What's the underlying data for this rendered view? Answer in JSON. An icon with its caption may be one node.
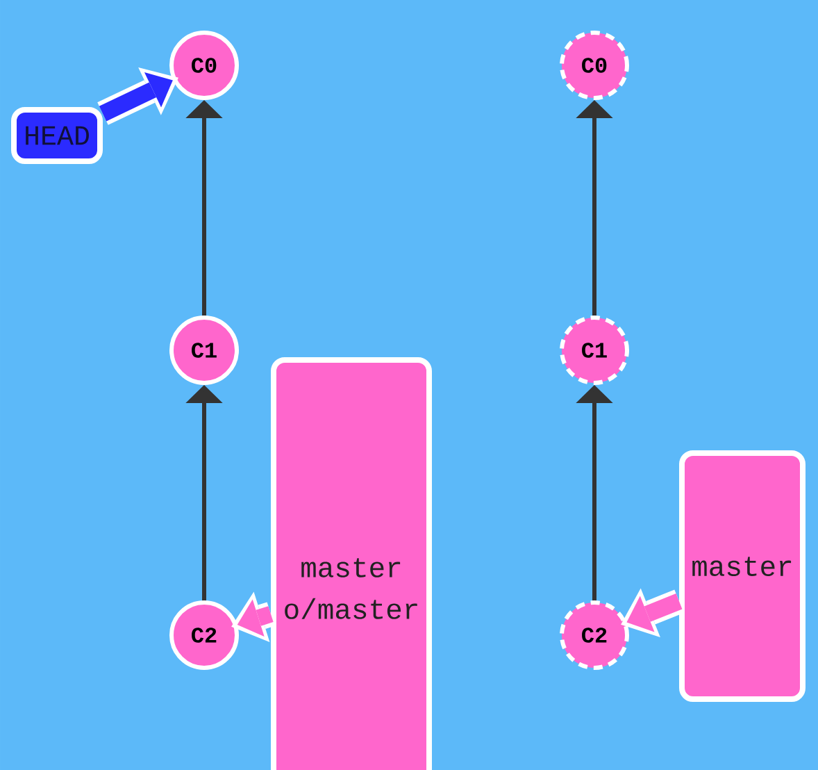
{
  "diagram": {
    "nodes": [
      {
        "text": [
          "HEAD"
        ]
      },
      {
        "text": [
          "C0"
        ]
      },
      {
        "text": [
          "C1"
        ]
      },
      {
        "text": [
          "master",
          "o/master"
        ]
      },
      {
        "text": [
          "C2"
        ]
      },
      {
        "text": [
          "C0"
        ]
      },
      {
        "text": [
          "C1"
        ]
      },
      {
        "text": [
          "master"
        ]
      },
      {
        "text": [
          "C2"
        ]
      }
    ],
    "edges": [
      {
        "from": 0,
        "to": 1,
        "arrow": "to",
        "style": "thick",
        "color": "#2b2bff"
      },
      {
        "from": 2,
        "to": 1,
        "arrow": "to"
      },
      {
        "from": 4,
        "to": 2,
        "arrow": "to"
      },
      {
        "from": 3,
        "to": 4,
        "arrow": "to",
        "style": "thick",
        "color": "#ff66cc"
      },
      {
        "from": 6,
        "to": 5,
        "arrow": "to"
      },
      {
        "from": 8,
        "to": 6,
        "arrow": "to"
      },
      {
        "from": 7,
        "to": 8,
        "arrow": "to",
        "style": "thick",
        "color": "#ff66cc"
      }
    ]
  }
}
